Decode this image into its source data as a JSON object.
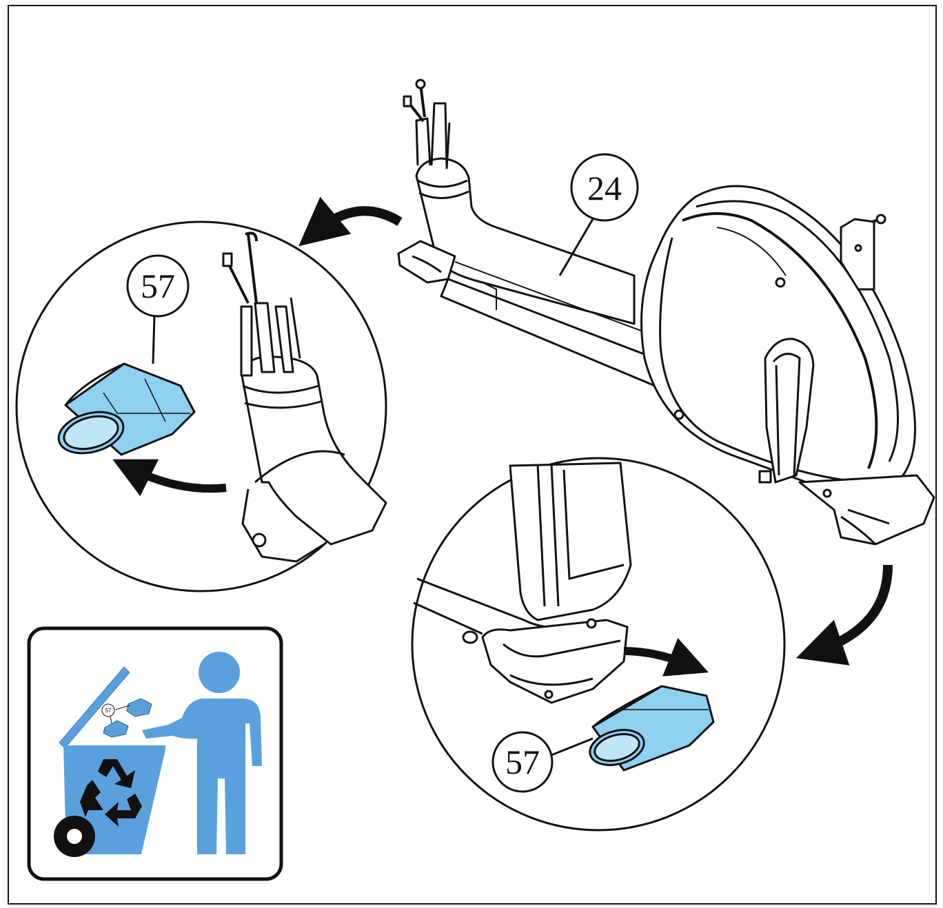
{
  "callouts": {
    "frame": "24",
    "cap_top_left": "57",
    "cap_bottom_right": "57",
    "cap_icon": "57"
  },
  "icons": {
    "disposal_panel": "recycle-disposal-icon",
    "recycle_symbol": "recycle-icon"
  },
  "colors": {
    "line": "#111111",
    "part_fill": "#8fd0f0",
    "icon_blue": "#5aa0dc",
    "background": "#ffffff"
  }
}
